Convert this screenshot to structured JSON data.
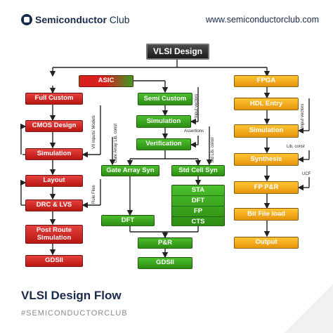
{
  "header": {
    "brand_bold": "Semiconductor",
    "brand_light": "Club",
    "url": "www.semiconductorclub.com"
  },
  "footer": {
    "title": "VLSI Design Flow",
    "hashtag": "#SEMICONDUCTORCLUB"
  },
  "diagram": {
    "root": "VLSI Design",
    "asic": {
      "label": "ASIC",
      "full_custom": [
        "Full Custom",
        "CMOS Design",
        "Simulation",
        "Layout",
        "DRC & LVS",
        "Post Route Simulation",
        "GDSII"
      ],
      "semi_custom": [
        "Semi Custom",
        "Simulation",
        "Verification",
        "Gate Array Syn",
        "Std Cell Syn",
        "DFT",
        "P&R",
        "GDSII"
      ],
      "timing_block": [
        "STA",
        "DFT",
        "FP",
        "CTS"
      ]
    },
    "fpga": {
      "label": "FPGA",
      "steps": [
        "HDL Entry",
        "Simulation",
        "Synthesis",
        "FP P&R",
        "Bit File load",
        "Output"
      ]
    },
    "annotations": {
      "vit_inputs": "VII inputs/ Models",
      "rule_files": "Rule Files",
      "input_vectors_semi": "Input vectors",
      "assertions": "Assertions",
      "gate_array_lib": "Gate Array Lib. const",
      "std_lib": "Std Lib. const",
      "input_vectors_fpga": "Input vectors",
      "lib_const": "Lib, const",
      "ucf": "UCF"
    }
  }
}
